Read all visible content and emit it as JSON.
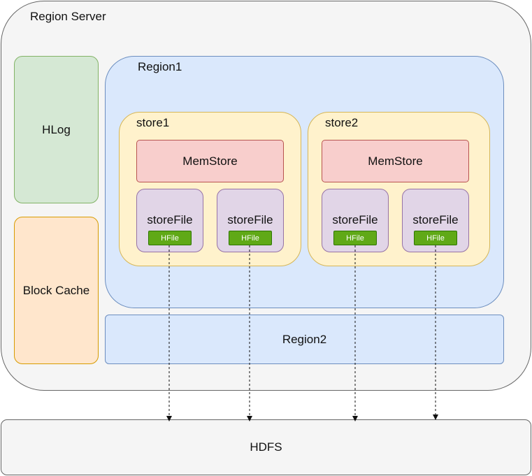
{
  "region_server": {
    "label": "Region Server"
  },
  "hlog": {
    "label": "HLog"
  },
  "block_cache": {
    "label": "Block Cache"
  },
  "region1": {
    "label": "Region1",
    "stores": [
      {
        "label": "store1",
        "memstore": "MemStore",
        "storefiles": [
          {
            "label": "storeFile",
            "hfile": "HFile"
          },
          {
            "label": "storeFile",
            "hfile": "HFile"
          }
        ]
      },
      {
        "label": "store2",
        "memstore": "MemStore",
        "storefiles": [
          {
            "label": "storeFile",
            "hfile": "HFile"
          },
          {
            "label": "storeFile",
            "hfile": "HFile"
          }
        ]
      }
    ]
  },
  "region2": {
    "label": "Region2"
  },
  "hdfs": {
    "label": "HDFS"
  },
  "colors": {
    "region_server_fill": "#f5f5f5",
    "hlog_fill": "#d5e8d4",
    "block_cache_fill": "#ffe6cc",
    "region_fill": "#dae8fc",
    "store_fill": "#fff2cc",
    "memstore_fill": "#f8cecc",
    "storefile_fill": "#e1d5e7",
    "hfile_fill": "#60a917",
    "hdfs_fill": "#f5f5f5"
  }
}
